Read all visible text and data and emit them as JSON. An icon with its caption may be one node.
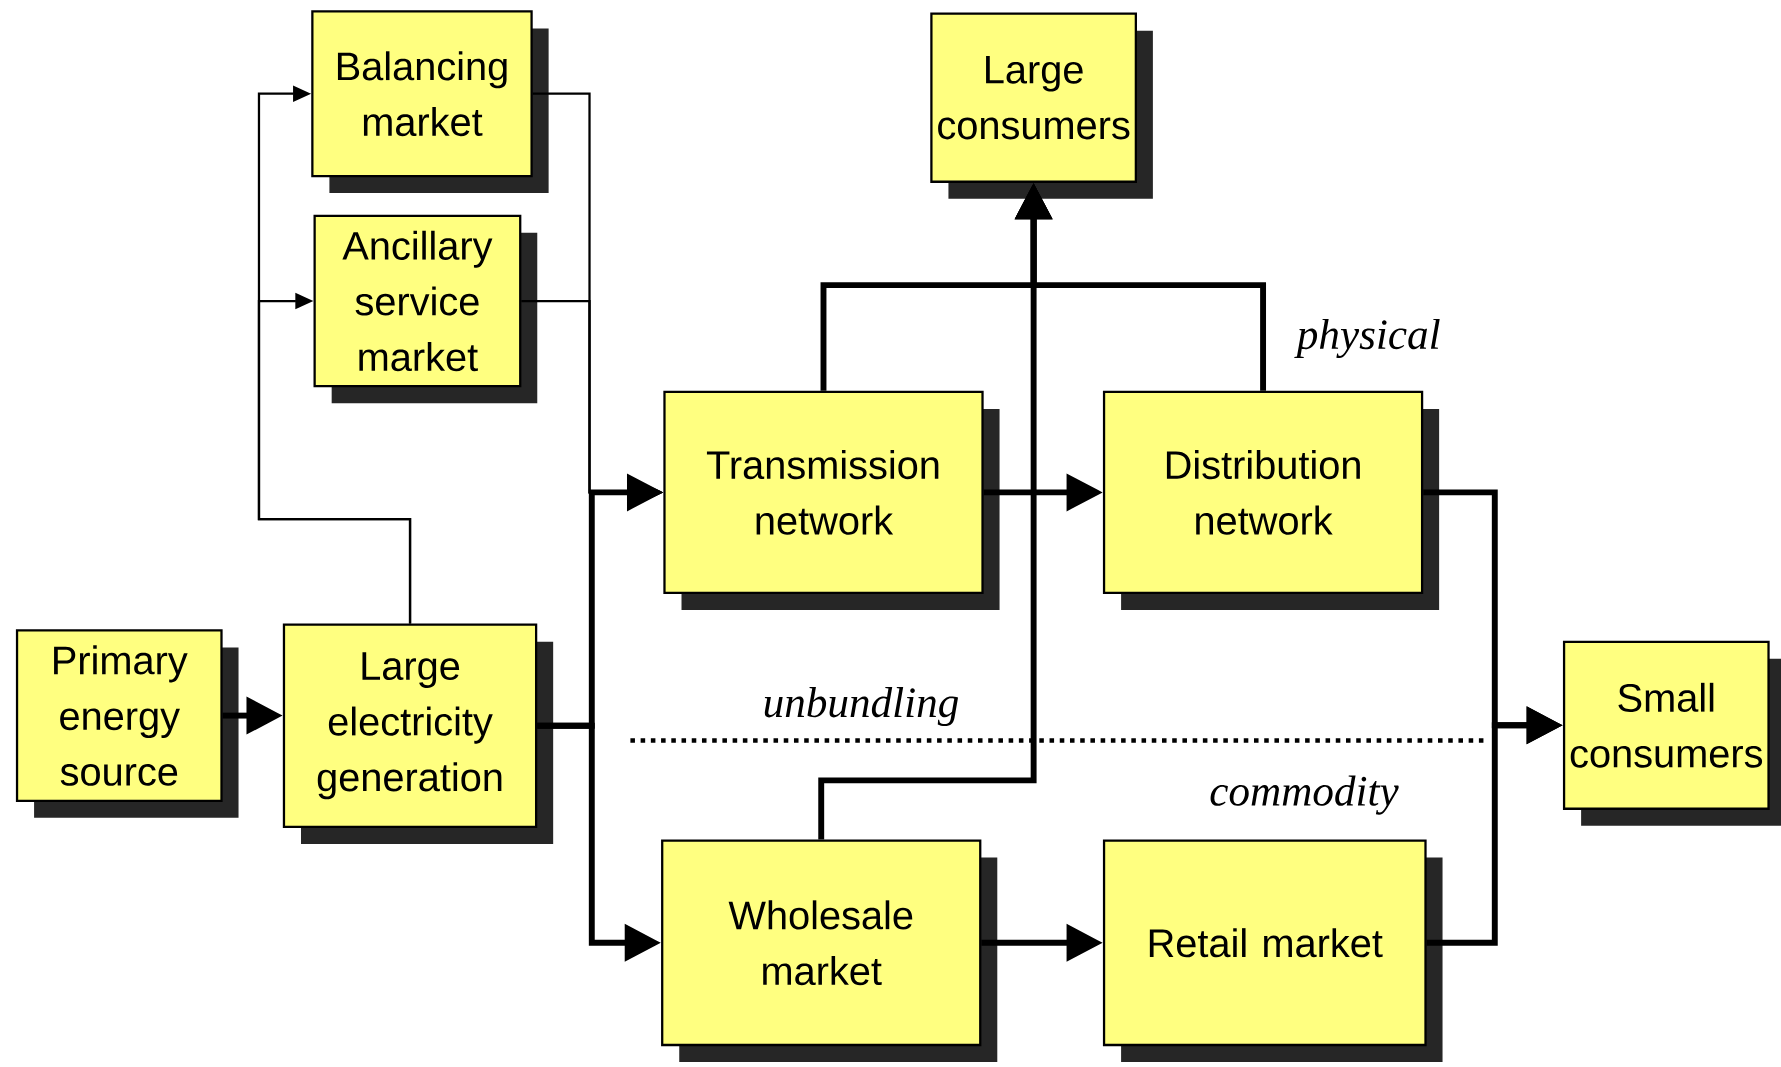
{
  "diagram": {
    "nodes": [
      {
        "text": [
          "Balancing market"
        ]
      },
      {
        "text": [
          "Ancillary service market"
        ]
      },
      {
        "text": [
          "Large consumers"
        ]
      },
      {
        "text": [
          "Transmission network"
        ]
      },
      {
        "text": [
          "Distribution network"
        ]
      },
      {
        "text": [
          "Primary energy source"
        ]
      },
      {
        "text": [
          "Large electricity generation"
        ]
      },
      {
        "text": [
          "Small consumers"
        ]
      },
      {
        "text": [
          "Wholesale market"
        ]
      },
      {
        "text": [
          "Retail market"
        ]
      }
    ],
    "edges": [
      {
        "from": 5,
        "to": 6,
        "arrow": "to"
      },
      {
        "from": 6,
        "to": 0,
        "arrow": "to"
      },
      {
        "from": 6,
        "to": 1,
        "arrow": "to"
      },
      {
        "from": 0,
        "to": 3,
        "arrow": "to"
      },
      {
        "from": 1,
        "to": 3,
        "arrow": "to"
      },
      {
        "from": 6,
        "to": 3,
        "arrow": "to"
      },
      {
        "from": 6,
        "to": 8,
        "arrow": "to"
      },
      {
        "from": 3,
        "to": 4,
        "arrow": "to"
      },
      {
        "from": 8,
        "to": 9,
        "arrow": "to"
      },
      {
        "from": 3,
        "to": 2,
        "arrow": "to"
      },
      {
        "from": 4,
        "to": 2,
        "arrow": "to"
      },
      {
        "from": 8,
        "to": 2,
        "arrow": "to"
      },
      {
        "from": 4,
        "to": 7,
        "arrow": "to"
      },
      {
        "from": 9,
        "to": 7,
        "arrow": "to"
      }
    ],
    "labels": [
      "physical",
      "unbundling",
      "commodity"
    ]
  }
}
